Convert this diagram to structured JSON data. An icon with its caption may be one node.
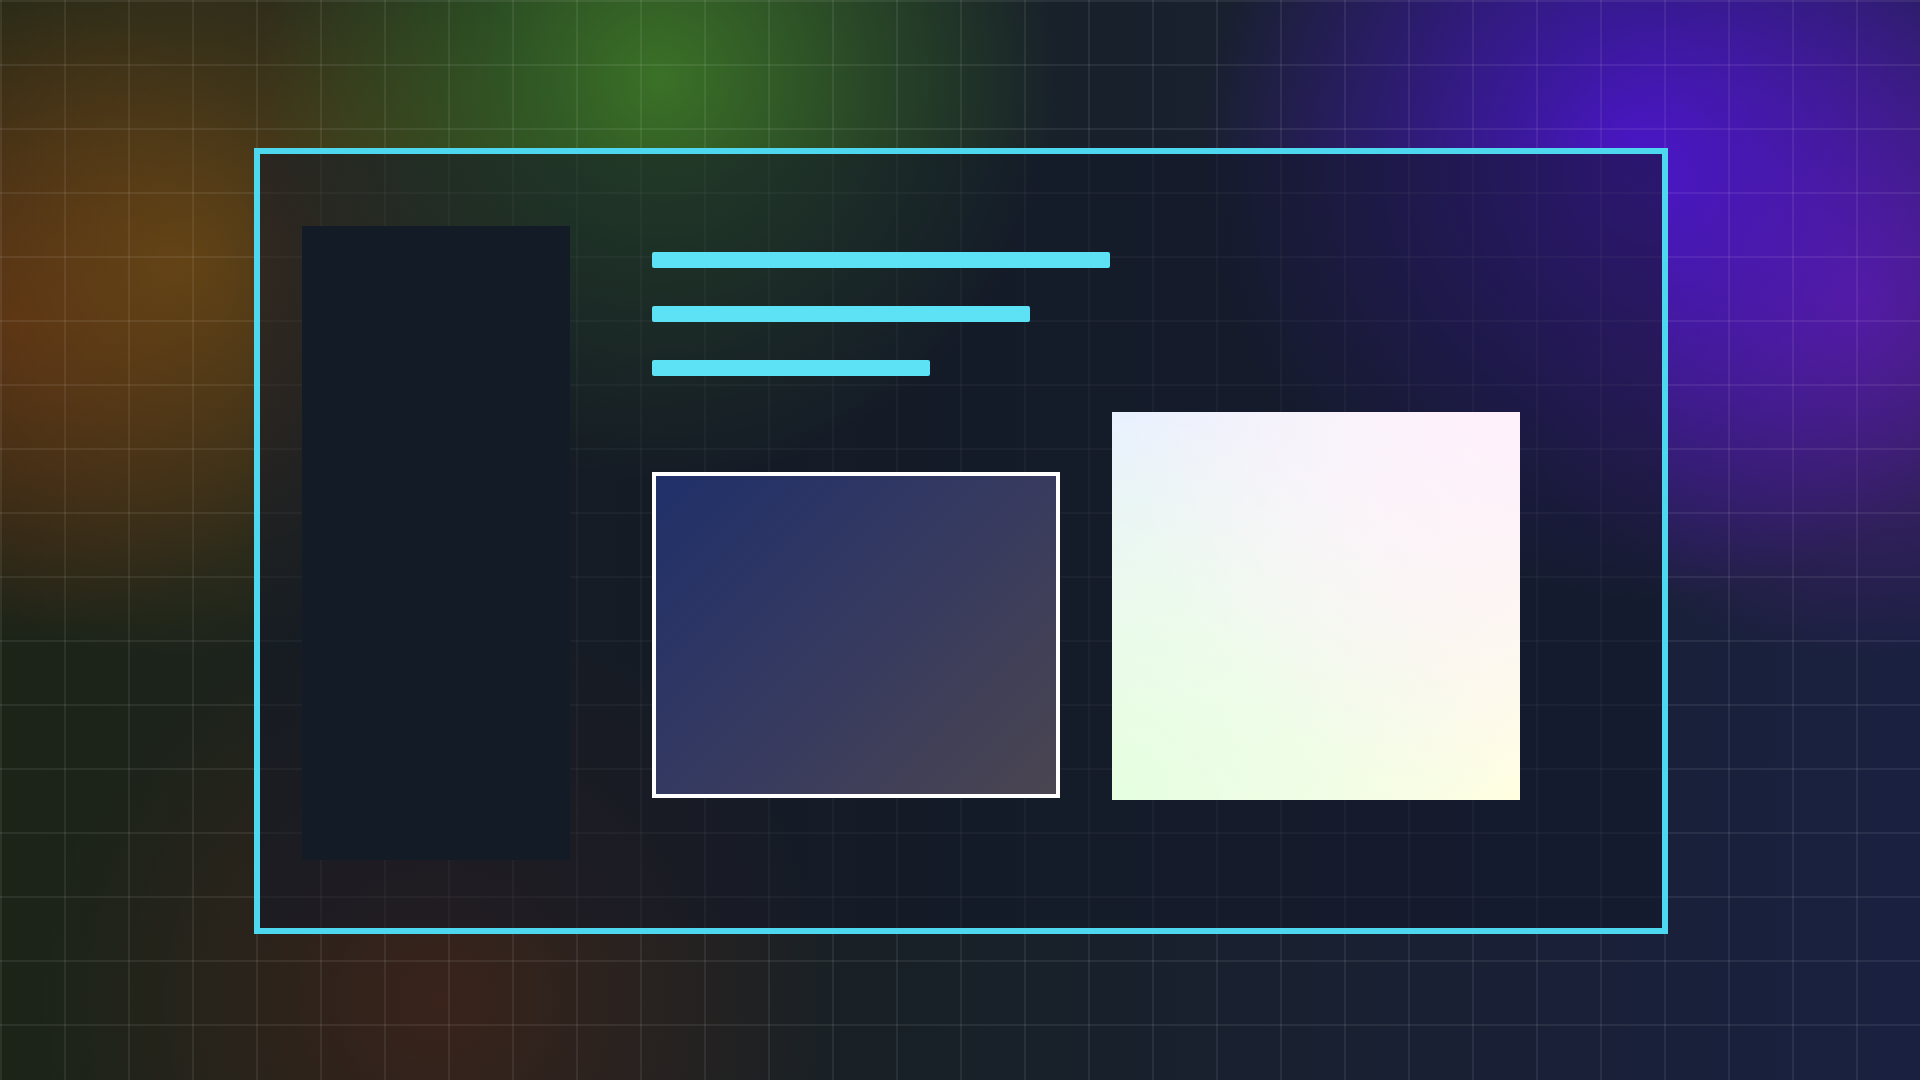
{
  "diagram": {
    "nodes": [
      {
        "text": [],
        "shape": "box"
      },
      {
        "text": [],
        "shape": "box",
        "in": 0
      },
      {
        "text": [],
        "shape": "bar",
        "in": 0
      },
      {
        "text": [],
        "shape": "bar",
        "in": 0
      },
      {
        "text": [],
        "shape": "bar",
        "in": 0
      },
      {
        "text": [],
        "shape": "box",
        "in": 0
      },
      {
        "text": [],
        "shape": "box",
        "in": 0
      }
    ]
  }
}
